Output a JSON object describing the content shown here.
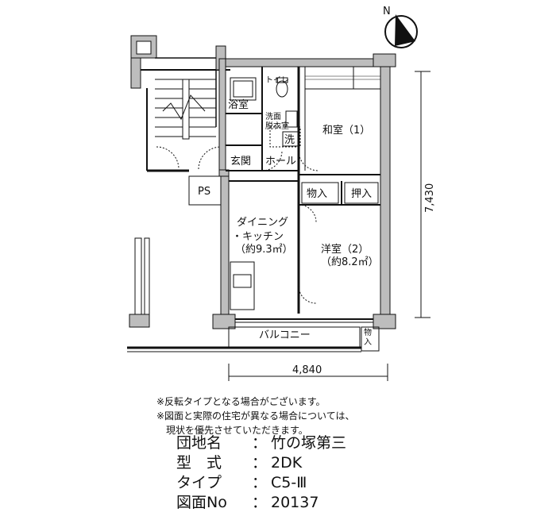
{
  "compass": {
    "label": "N"
  },
  "rooms": {
    "stairs": "",
    "bath": "浴室",
    "toilet": "トイレ",
    "wash_1": "洗面",
    "wash_2": "脱衣室",
    "washer": "洗",
    "entrance": "玄関",
    "hall": "ホール",
    "ps": "PS",
    "japanese": "和室（1）",
    "storage1": "物入",
    "closet": "押入",
    "dk_1": "ダイニング",
    "dk_2": "・キッチン",
    "dk_3": "（約9.3㎡）",
    "western_1": "洋室（2）",
    "western_2": "（約8.2㎡）",
    "balcony": "バルコニー",
    "storage2_1": "物",
    "storage2_2": "入"
  },
  "dimensions": {
    "width": "4,840",
    "depth": "7,430"
  },
  "notes": [
    "※反転タイプとなる場合がございます。",
    "※図面と実際の住宅が異なる場合については、",
    "　現状を優先させていただきます。"
  ],
  "info": [
    {
      "key": "団地名",
      "value": "竹の塚第三"
    },
    {
      "key": "型　式",
      "value": "2DK"
    },
    {
      "key": "タイプ",
      "value": "C5-Ⅲ"
    },
    {
      "key": "図面No",
      "value": "20137"
    }
  ],
  "info_separator": "："
}
